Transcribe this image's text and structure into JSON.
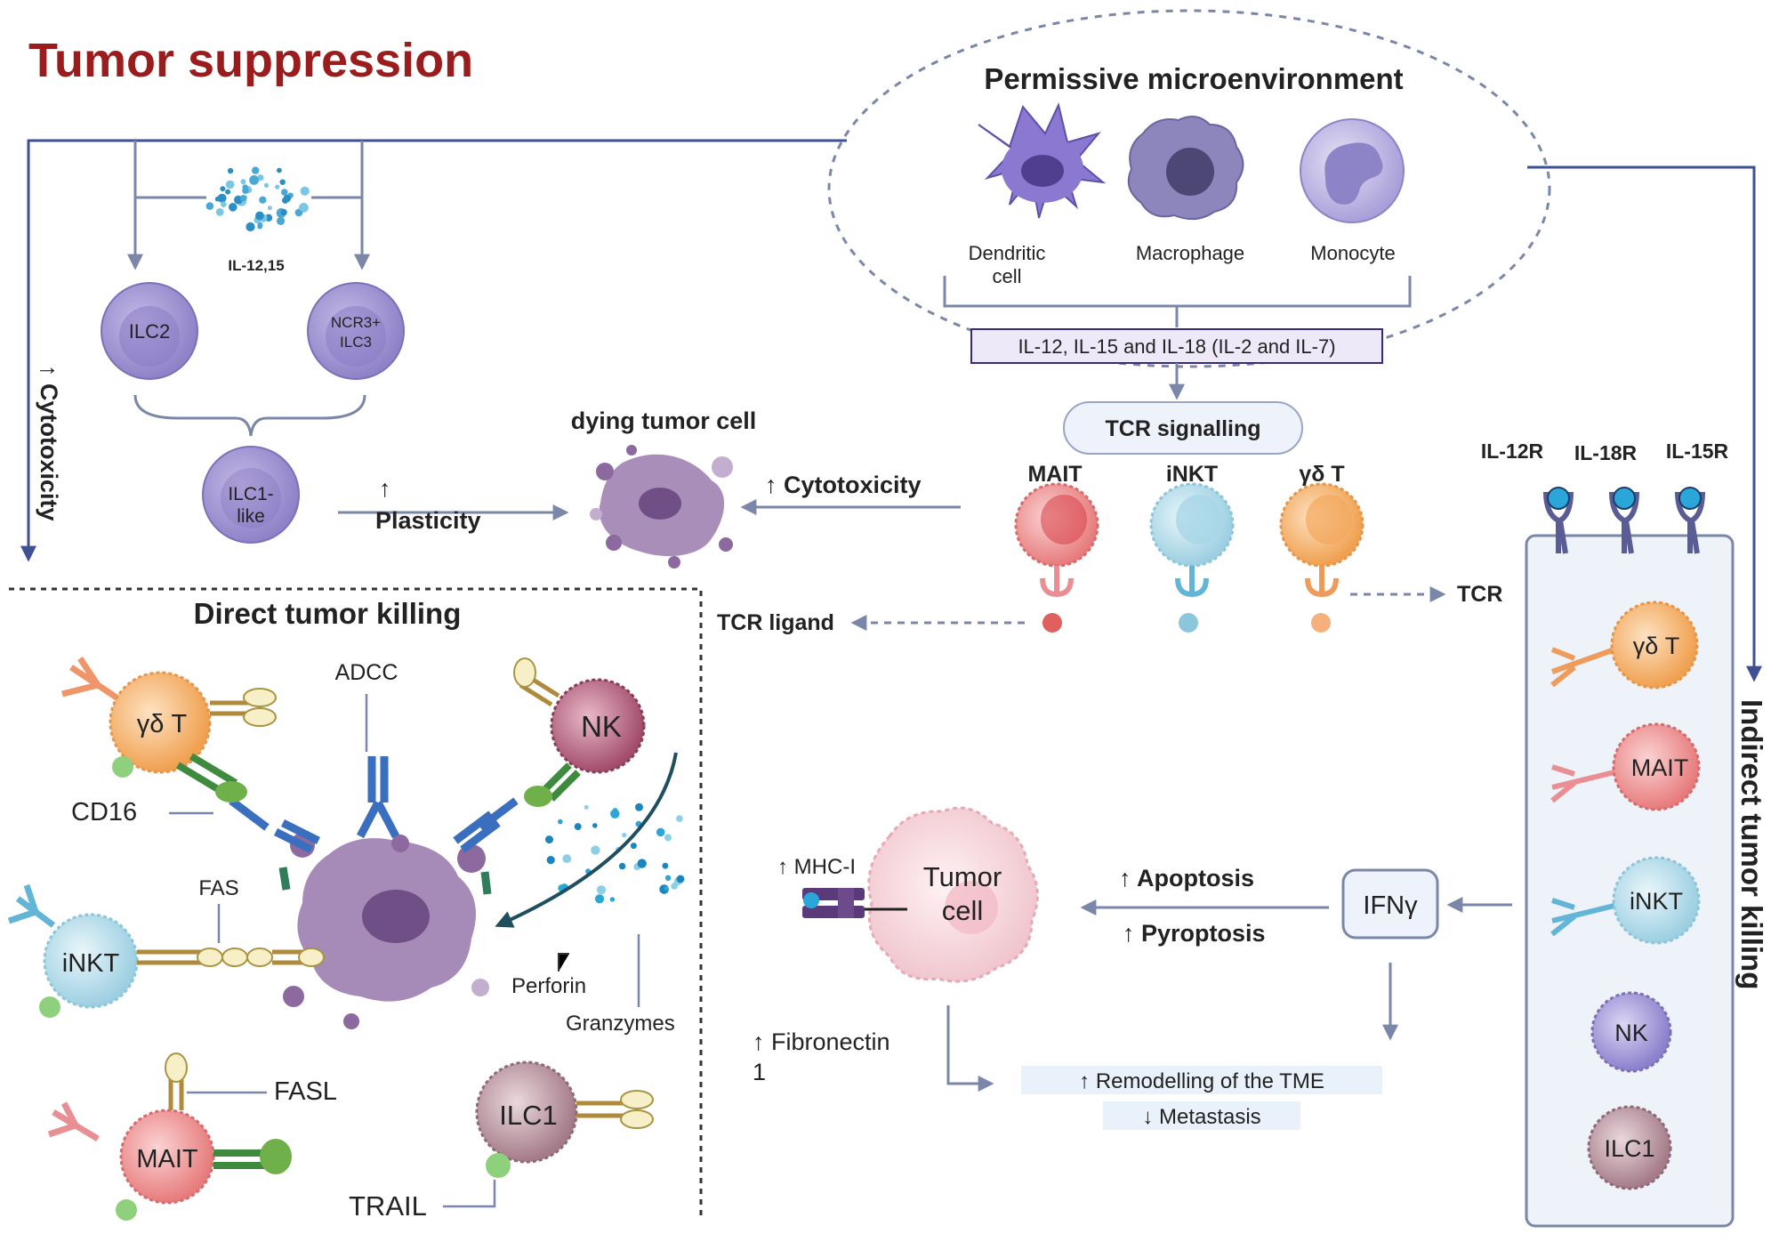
{
  "title": "Tumor suppression",
  "left_arrow_label": "↑ Cytotoxicity",
  "cytokine_label": "IL-12,15",
  "ilc2": "ILC2",
  "ncr3_line1": "NCR3+",
  "ncr3_line2": "ILC3",
  "ilc1like_line1": "ILC1-",
  "ilc1like_line2": "like",
  "plasticity_arrow": "↑",
  "plasticity": "Plasticity",
  "dying_tumor_cell": "dying tumor cell",
  "cytotoxicity_mid": "↑ Cytotoxicity",
  "permissive": {
    "title": "Permissive microenvironment",
    "dendritic_line1": "Dendritic",
    "dendritic_line2": "cell",
    "macrophage": "Macrophage",
    "monocyte": "Monocyte",
    "cytokines_box": "IL-12, IL-15 and IL-18 (IL-2 and IL-7)",
    "tcr_signalling": "TCR signalling"
  },
  "unconventional": {
    "mait": "MAIT",
    "inkt": "iNKT",
    "gdt": "γδ T"
  },
  "tcr_ligand": "TCR ligand",
  "tcr": "TCR",
  "receptors": {
    "il12r": "IL-12R",
    "il18r": "IL-18R",
    "il15r": "IL-15R"
  },
  "indirect": {
    "title": "Indirect tumor killing",
    "cells": [
      "γδ T",
      "MAIT",
      "iNKT",
      "NK",
      "ILC1"
    ]
  },
  "direct": {
    "title": "Direct tumor killing",
    "gdt": "γδ T",
    "nk": "NK",
    "inkt": "iNKT",
    "mait": "MAIT",
    "ilc1": "ILC1",
    "adcc": "ADCC",
    "cd16": "CD16",
    "fas": "FAS",
    "fasl": "FASL",
    "trail": "TRAIL",
    "perforin": "Perforin",
    "granzymes": "Granzymes"
  },
  "tumor": {
    "line1": "Tumor",
    "line2": "cell",
    "mhc": "↑ MHC-I",
    "fibronectin_line1": "↑ Fibronectin",
    "fibronectin_line2": "1"
  },
  "effects": {
    "apoptosis": "↑ Apoptosis",
    "pyroptosis": "↑ Pyroptosis",
    "ifng": "IFNγ",
    "remodelling": "↑ Remodelling of the TME",
    "metastasis": "↓ Metastasis"
  },
  "colors": {
    "title": "#9b1c1c",
    "navy": "#3f4f95",
    "connector": "#7a87a8",
    "ilc_purple": "#9b8fcf",
    "mait_red": "#e8787a",
    "inkt_blue": "#a9d7e6",
    "gdt_orange": "#f2a65a",
    "nk_magenta": "#a54f6d",
    "ilc1_mauve": "#a67f8c",
    "tumor_pink": "#f4cfd6",
    "dying_purple": "#8c6aa0"
  }
}
